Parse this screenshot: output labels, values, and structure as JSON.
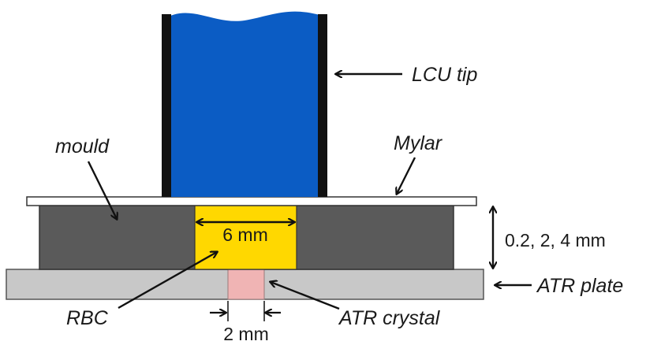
{
  "labels": {
    "lcu_tip": "LCU tip",
    "mould": "mould",
    "mylar": "Mylar",
    "rbc": "RBC",
    "atr_plate": "ATR plate",
    "atr_crystal": "ATR crystal"
  },
  "dimensions": {
    "sample_width": "6 mm",
    "thickness": "0.2, 2, 4 mm",
    "crystal_width": "2 mm"
  },
  "colors": {
    "lcu_tip": "#0b5cc4",
    "lcu_wall": "#111111",
    "mylar": "#ffffff",
    "mould": "#5a5a5a",
    "sample": "#ffd800",
    "atr_plate": "#c8c8c8",
    "atr_crystal": "#f0b4b4",
    "arrow": "#111111"
  }
}
